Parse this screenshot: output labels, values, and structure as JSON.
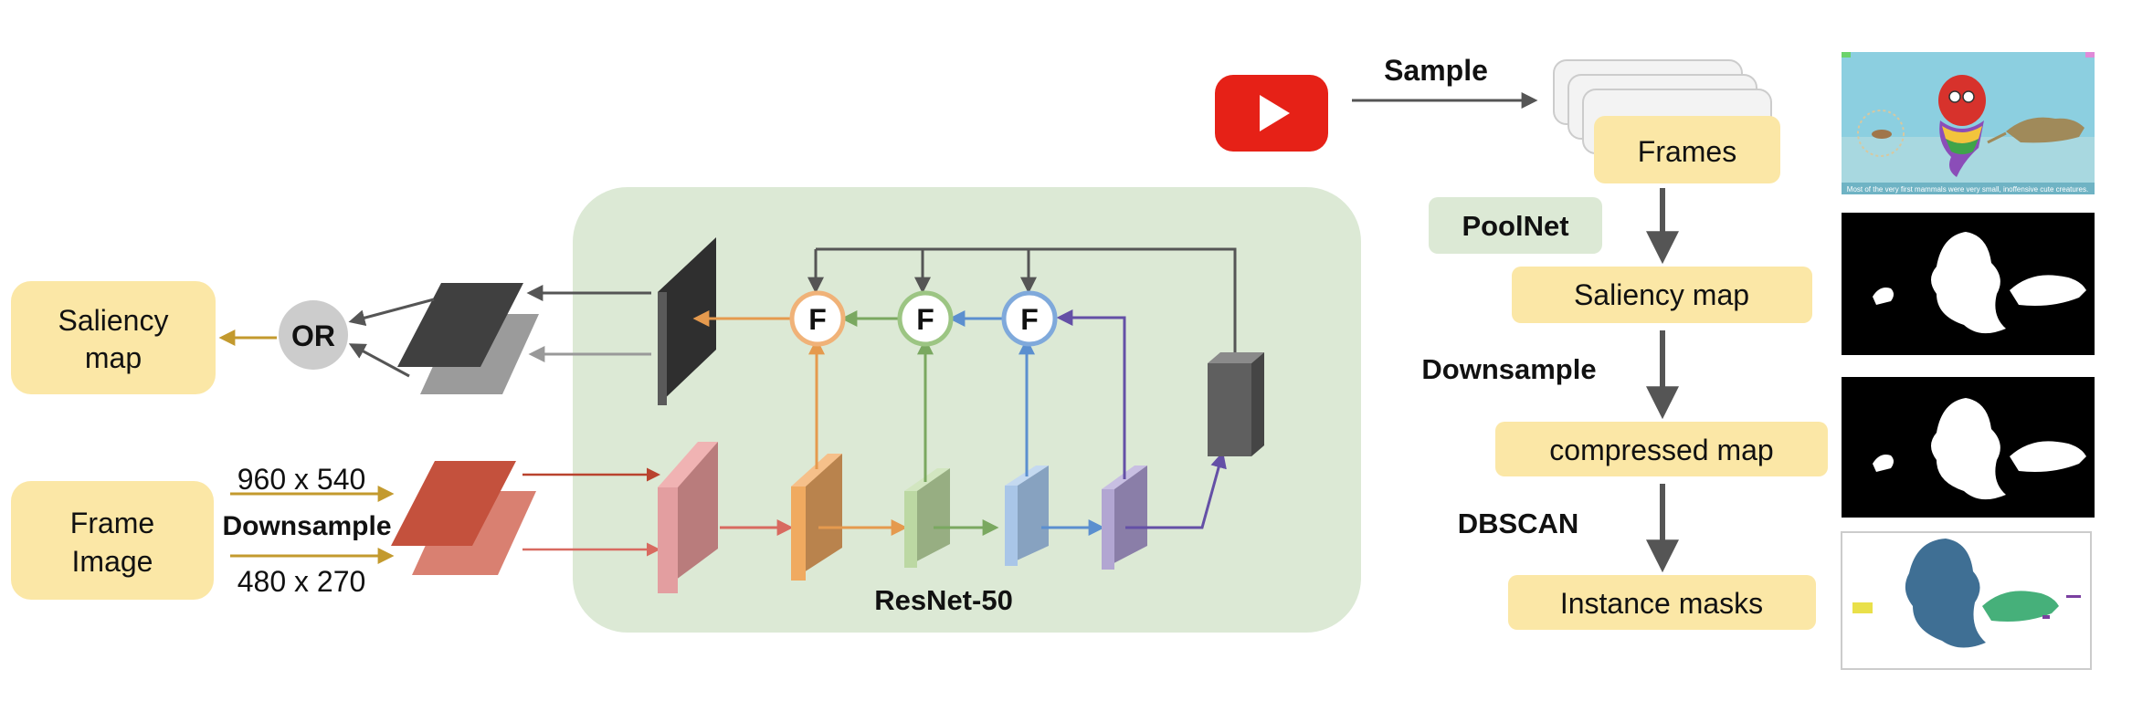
{
  "labels": {
    "saliency_map_line1": "Saliency",
    "saliency_map_line2": "map",
    "frame_image_line1": "Frame",
    "frame_image_line2": "Image",
    "or": "OR",
    "res_high": "960 x 540",
    "downsample_left": "Downsample",
    "res_low": "480 x 270",
    "fusion": "F",
    "backbone": "ResNet-50",
    "sample": "Sample",
    "frames": "Frames",
    "poolnet": "PoolNet",
    "saliency_map_right": "Saliency map",
    "downsample_right": "Downsample",
    "compressed_map": "compressed map",
    "dbscan": "DBSCAN",
    "instance_masks": "Instance masks",
    "thumbnail_caption": "Most of the very first mammals were very small, inoffensive cute creatures."
  },
  "icons": {
    "video_source": "youtube-play-icon"
  },
  "colors": {
    "label_box": "#fbe7a6",
    "backbone_panel": "#dce9d5",
    "poolnet_box": "#dce9d5",
    "or_circle": "#cccccc",
    "arrow_gold": "#c39a2e",
    "arrow_orange": "#e59a4e",
    "arrow_green": "#7aa860",
    "arrow_blue": "#5b8fcf",
    "arrow_purple": "#6450a6",
    "arrow_red": "#b9432e",
    "arrow_pink": "#d86a60",
    "gray_arrow": "#555555",
    "youtube_red": "#e62117"
  }
}
